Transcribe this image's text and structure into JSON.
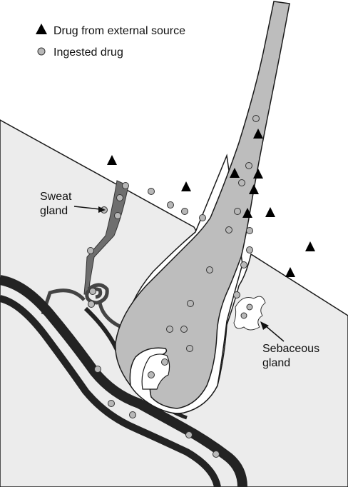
{
  "legend": {
    "external": {
      "label": "Drug from external source",
      "icon": "black-triangle",
      "color": "#000000"
    },
    "ingested": {
      "label": "Ingested drug",
      "icon": "grey-circle",
      "color": "#b8b8b8"
    }
  },
  "labels": {
    "sweat_line1": "Sweat",
    "sweat_line2": "gland",
    "sebaceous_line1": "Sebaceous",
    "sebaceous_line2": "gland"
  },
  "colors": {
    "skin": "#ececec",
    "hair": "#bdbdbd",
    "sweat_duct": "#6e6e6e",
    "vessel": "#232323",
    "outline": "#1a1a1a"
  }
}
